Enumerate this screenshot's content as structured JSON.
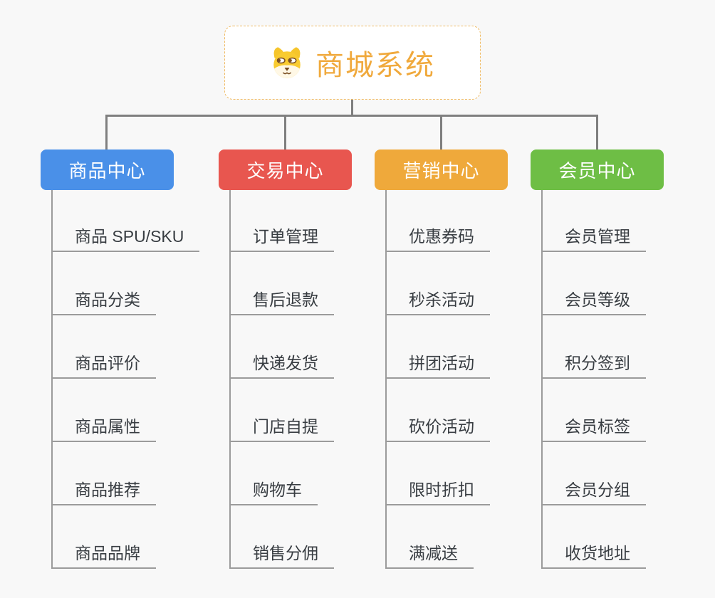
{
  "root": {
    "title": "商城系统",
    "icon": "dog-face-icon"
  },
  "colors": {
    "root_accent": "#F0A93C",
    "branch_product": "#4A90E8",
    "branch_trade": "#E8564F",
    "branch_marketing": "#EFA93B",
    "branch_member": "#6EBE45",
    "connector_gray": "#7f7f7f",
    "leaf_line_gray": "#9b9b9b"
  },
  "branches": [
    {
      "label": "商品中心",
      "color": "#4A90E8",
      "items": [
        "商品 SPU/SKU",
        "商品分类",
        "商品评价",
        "商品属性",
        "商品推荐",
        "商品品牌"
      ]
    },
    {
      "label": "交易中心",
      "color": "#E8564F",
      "items": [
        "订单管理",
        "售后退款",
        "快递发货",
        "门店自提",
        "购物车",
        "销售分佣"
      ]
    },
    {
      "label": "营销中心",
      "color": "#EFA93B",
      "items": [
        "优惠券码",
        "秒杀活动",
        "拼团活动",
        "砍价活动",
        "限时折扣",
        "满减送"
      ]
    },
    {
      "label": "会员中心",
      "color": "#6EBE45",
      "items": [
        "会员管理",
        "会员等级",
        "积分签到",
        "会员标签",
        "会员分组",
        "收货地址"
      ]
    }
  ]
}
